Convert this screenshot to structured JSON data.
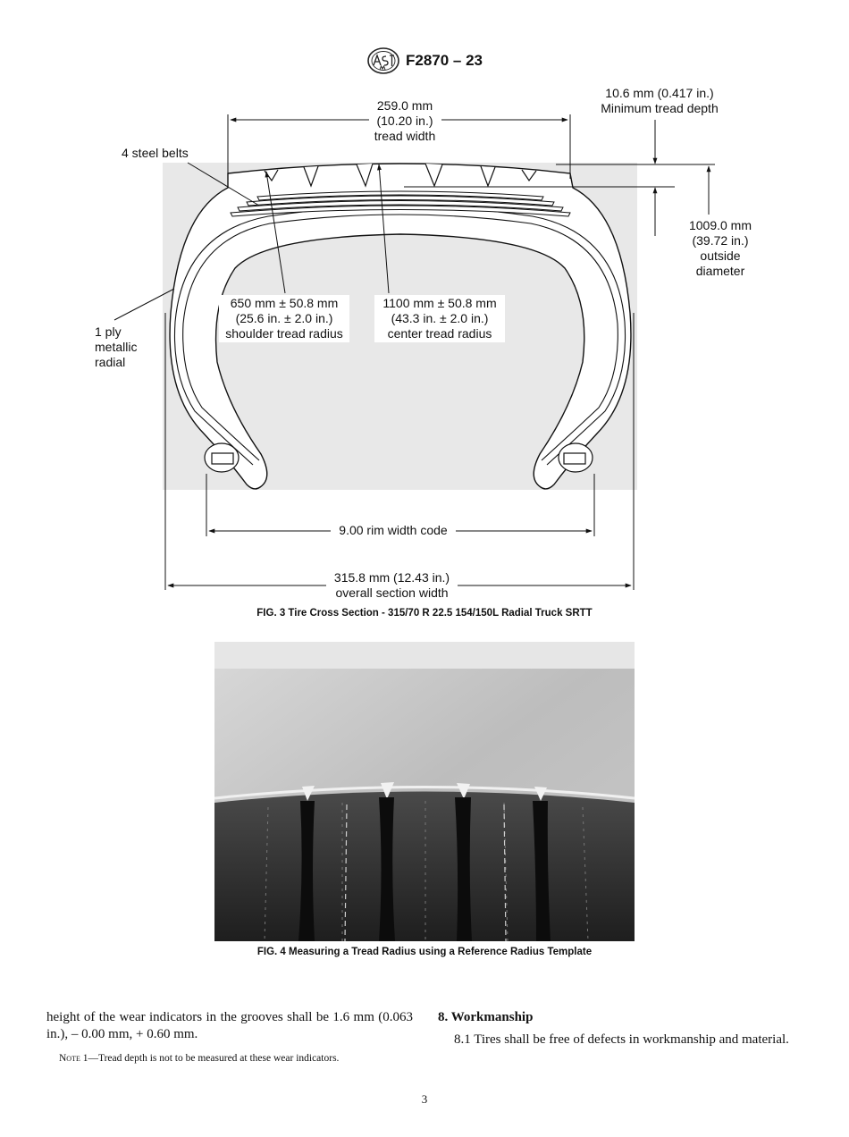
{
  "header": {
    "designation": "F2870 – 23"
  },
  "figure3": {
    "labels": {
      "tread_width_1": "259.0 mm",
      "tread_width_2": "(10.20 in.)",
      "tread_width_3": "tread width",
      "min_depth_1": "10.6 mm (0.417 in.)",
      "min_depth_2": "Minimum tread depth",
      "steel_belts": "4 steel belts",
      "outside_dia_1": "1009.0 mm",
      "outside_dia_2": "(39.72 in.)",
      "outside_dia_3": "outside",
      "outside_dia_4": "diameter",
      "shoulder_1": "650 mm ± 50.8 mm",
      "shoulder_2": "(25.6 in. ± 2.0 in.)",
      "shoulder_3": "shoulder tread radius",
      "center_1": "1100 mm ± 50.8 mm",
      "center_2": "(43.3 in. ± 2.0 in.)",
      "center_3": "center tread radius",
      "ply_1": "1 ply",
      "ply_2": "metallic",
      "ply_3": "radial",
      "rim_width": "9.00 rim width code",
      "section_1": "315.8 mm (12.43 in.)",
      "section_2": "overall section width"
    },
    "caption": "FIG. 3 Tire Cross Section - 315/70 R 22.5 154/150L Radial Truck SRTT"
  },
  "figure4": {
    "caption": "FIG. 4 Measuring a Tread Radius using a Reference Radius Template"
  },
  "body": {
    "left_paragraph": "height of the wear indicators in the grooves shall be 1.6 mm (0.063 in.), – 0.00 mm, + 0.60 mm.",
    "note_label": "Note 1",
    "note_text": "—Tread depth is not to be measured at these wear indicators.",
    "section_heading": "8. Workmanship",
    "section_text": "8.1 Tires shall be free of defects in workmanship and material."
  },
  "page_number": "3"
}
